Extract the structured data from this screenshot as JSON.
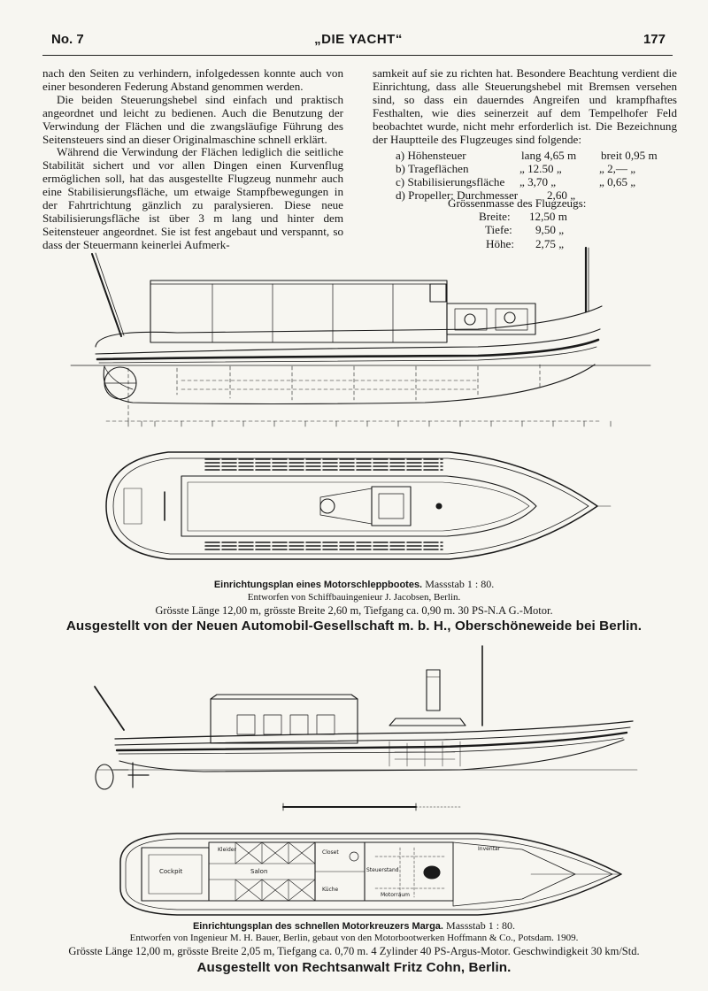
{
  "header": {
    "issue": "No. 7",
    "journal": "„DIE YACHT“",
    "page_number": "177"
  },
  "article": {
    "left_column": [
      "nach den Seiten zu verhindern, infolgedessen konnte auch von einer besonderen Federung Abstand genommen werden.",
      "Die beiden Steuerungshebel sind einfach und praktisch angeordnet und leicht zu bedienen. Auch die Benutzung der Verwindung der Flächen und die zwangsläufige Führung des Seitensteuers sind an dieser Originalmaschine schnell erklärt.",
      "Während die Verwindung der Flächen lediglich die seitliche Stabilität sichert und vor allen Dingen einen Kurvenflug ermöglichen soll, hat das ausgestellte Flugzeug nunmehr auch eine Stabilisierungsfläche, um etwaige Stampfbewegungen in der Fahrtrichtung gänzlich zu paralysieren. Diese neue Stabilisierungsfläche ist über 3 m lang und hinter dem Seitensteuer angeordnet. Sie ist fest angebaut und verspannt, so dass der Steuermann keinerlei Aufmerk-"
    ],
    "right_column": "samkeit auf sie zu richten hat. Besondere Beachtung verdient die Einrichtung, dass alle Steuerungshebel mit Bremsen versehen sind, so dass ein dauerndes Angreifen und krampfhaftes Festhalten, wie dies seinerzeit auf dem Tempelhofer Feld beobachtet wurde, nicht mehr erforderlich ist. Die Bezeichnung der Hauptteile des Flugzeuges sind folgende:",
    "parts": [
      {
        "label": "a) Höhensteuer",
        "col2": "lang 4,65 m",
        "col3": "breit 0,95 m"
      },
      {
        "label": "b) Trageflächen",
        "col2": "„ 12.50 „",
        "col3": "„ 2,— „"
      },
      {
        "label": "c) Stabilisierungsfläche",
        "col2": "„ 3,70 „",
        "col3": "„ 0,65 „"
      },
      {
        "label": "d) Propeller: Durchmesser",
        "col2": "2,60 „",
        "col3": ""
      }
    ],
    "sizes_title": "Grössenmasse des Flugzeugs:",
    "sizes": [
      {
        "label": "Breite:",
        "value": "12,50 m"
      },
      {
        "label": "Tiefe:",
        "value": "9,50 „"
      },
      {
        "label": "Höhe:",
        "value": "2,75 „"
      }
    ]
  },
  "figure1": {
    "caption_title": "Einrichtungsplan eines Motorschleppbootes.",
    "caption_scale": "Massstab 1 : 80.",
    "designer": "Entworfen von Schiffbauingenieur J. Jacobsen, Berlin.",
    "dimensions": "Grösste Länge 12,00 m, grösste Breite 2,60 m, Tiefgang ca. 0,90 m. 30 PS-N.A G.-Motor.",
    "exhibitor": "Ausgestellt von der Neuen Automobil-Gesellschaft m. b. H., Oberschöneweide bei Berlin."
  },
  "figure2": {
    "labels": {
      "cockpit": "Cockpit",
      "salon": "Salon",
      "kueche": "Küche",
      "closet": "Closet",
      "kleider": "Kleider",
      "motorraum": "Motorraum",
      "steuerstand": "Steuerstand",
      "inventar": "Inventar"
    },
    "caption_title": "Einrichtungsplan des schnellen Motorkreuzers Marga.",
    "caption_scale": "Massstab 1 : 80.",
    "designer": "Entworfen von Ingenieur M. H. Bauer, Berlin, gebaut von den Motorbootwerken Hoffmann & Co., Potsdam. 1909.",
    "dimensions": "Grösste Länge 12,00 m, grösste Breite 2,05 m, Tiefgang ca. 0,70 m. 4 Zylinder 40 PS-Argus-Motor. Geschwindigkeit 30 km/Std.",
    "exhibitor": "Ausgestellt von Rechtsanwalt Fritz Cohn, Berlin."
  }
}
